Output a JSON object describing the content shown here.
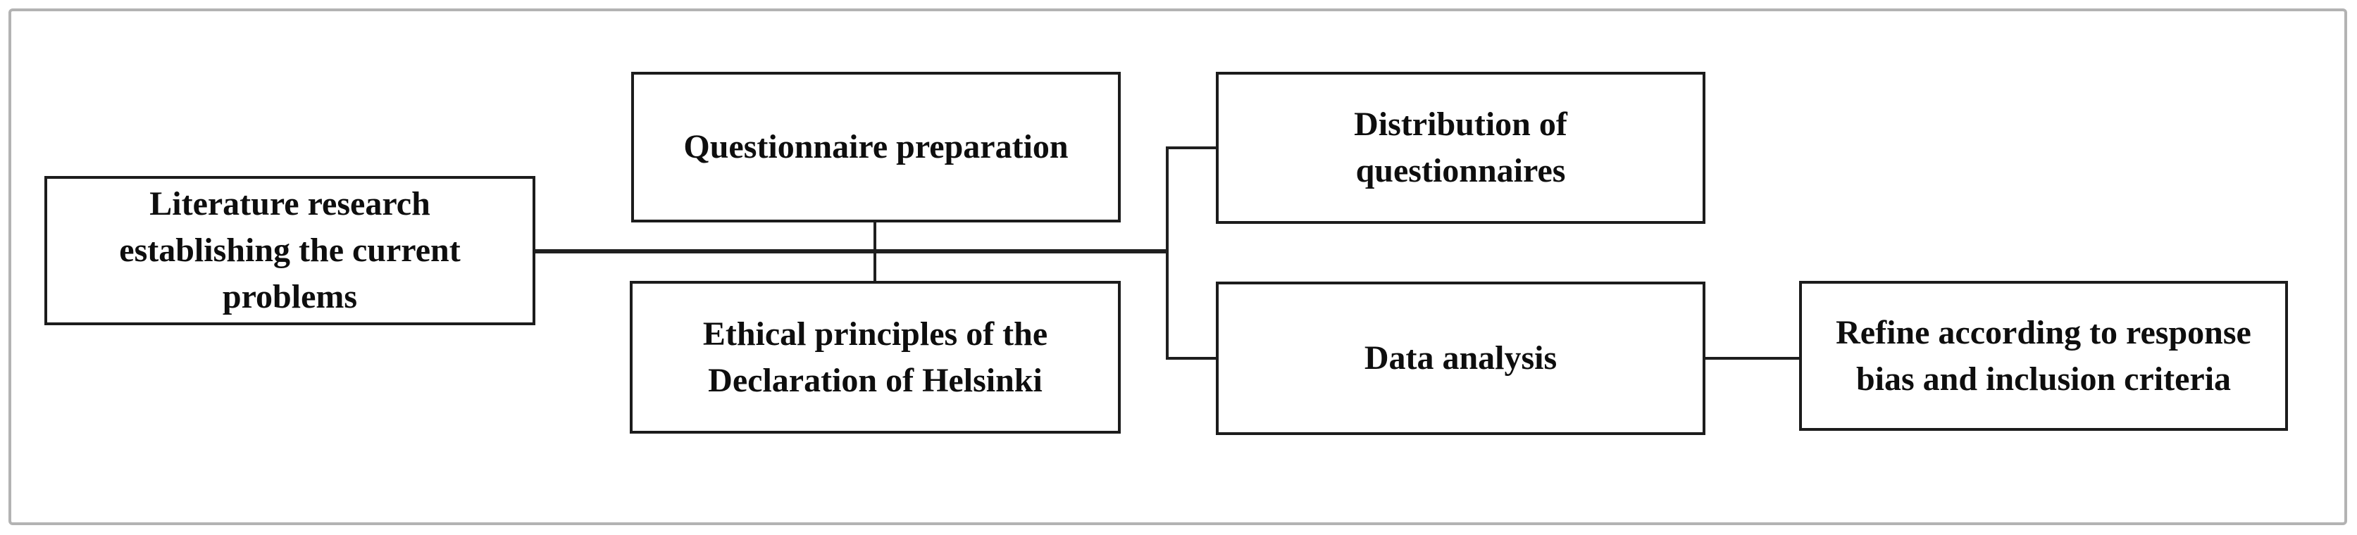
{
  "figure": {
    "type": "flowchart",
    "colors": {
      "background": "#ffffff",
      "frame_border": "#b3b3b3",
      "box_border": "#1c1c1c",
      "connector": "#1f1f1f",
      "text": "#0e0e0e"
    },
    "boxes": [
      {
        "id": "literature-research",
        "label": "Literature research establishing the current problems"
      },
      {
        "id": "questionnaire-preparation",
        "label": "Questionnaire preparation"
      },
      {
        "id": "ethical-principles",
        "label": "Ethical principles of the Declaration of Helsinki"
      },
      {
        "id": "distribution-of-questionnaires",
        "label": "Distribution of questionnaires"
      },
      {
        "id": "data-analysis",
        "label": "Data analysis"
      },
      {
        "id": "refine-response-bias",
        "label": "Refine according to response bias and inclusion criteria"
      }
    ]
  }
}
